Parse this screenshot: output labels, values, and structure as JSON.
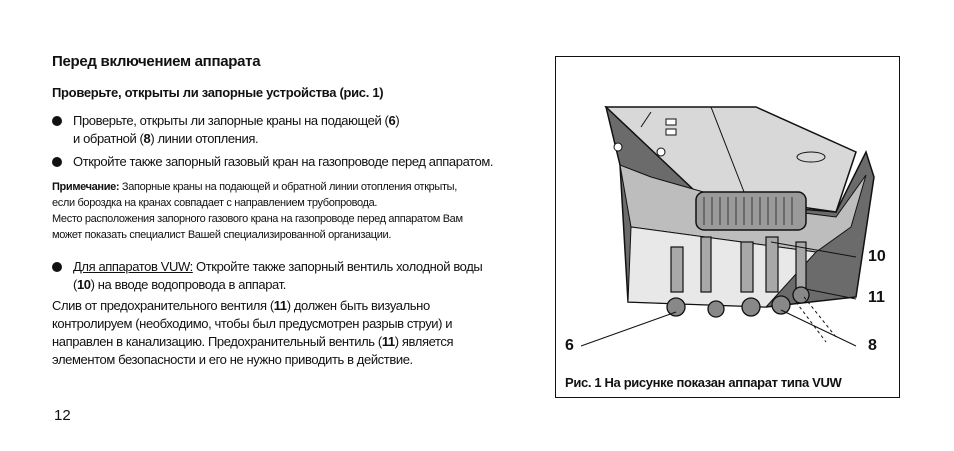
{
  "page": {
    "heading": "Перед включением аппарата",
    "subheading": "Проверьте, открыты ли запорные устройства (рис. 1)",
    "page_number": "12"
  },
  "bullets": {
    "b1_line1_pre": "Проверьте, открыты ли запорные краны на подающей (",
    "b1_num1": "6",
    "b1_line1_post": ")",
    "b1_line2_pre": "и обратной (",
    "b1_num2": "8",
    "b1_line2_post": ") линии отопления.",
    "b2": "Откройте также запорный газовый кран на газопроводе перед аппаратом.",
    "b3_underlined": "Для аппаратов VUW:",
    "b3_line1_rest": " Откройте также запорный вентиль холодной воды",
    "b3_line2_pre": "(",
    "b3_num": "10",
    "b3_line2_post": ") на вводе водопровода в аппарат."
  },
  "note": {
    "label": "Примечание:",
    "line1_rest": " Запорные краны на подающей и обратной линии отопления открыты,",
    "line2": "если бороздка на кранах совпадает с направлением трубопровода.",
    "line3": "Место расположения запорного газового крана на газопроводе перед аппаратом Вам",
    "line4": "может показать специалист Вашей специализированной организации."
  },
  "paragraph": {
    "l1_pre": "Слив от предохранительного вентиля (",
    "l1_num": "11",
    "l1_post": ") должен быть визуально",
    "l2": "контролируем (необходимо, чтобы был предусмотрен разрыв струи) и",
    "l3_pre": "направлен в канализацию. Предохранительный вентиль (",
    "l3_num": "11",
    "l3_post": ") является",
    "l4": "элементом безопасности и его не нужно приводить в действие."
  },
  "figure": {
    "caption": "Рис. 1 На рисунке показан аппарат типа VUW",
    "callouts": {
      "c10": "10",
      "c11": "11",
      "c6": "6",
      "c8": "8"
    }
  }
}
